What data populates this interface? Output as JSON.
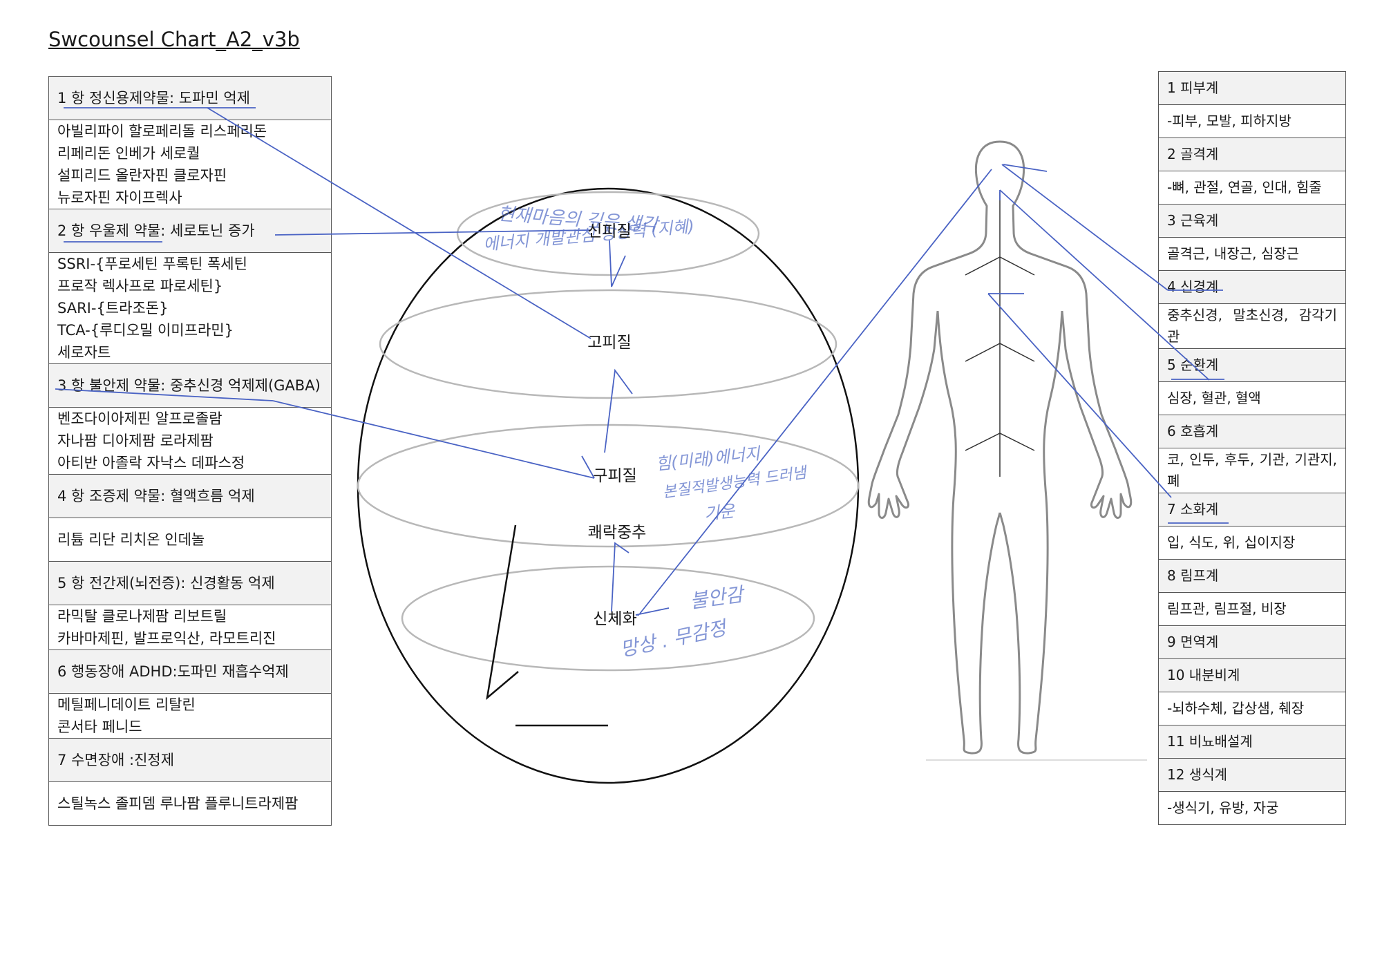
{
  "title": "Swcounsel Chart_A2_v3b",
  "left_table": [
    {
      "header": "1 항 정신용제약물: 도파민 억제",
      "lines": [
        "아빌리파이 할로페리돌 리스페리돈",
        "리페리돈 인베가 세로퀄",
        "설피리드 올란자핀 클로자핀",
        "뉴로자핀 자이프렉사"
      ]
    },
    {
      "header": "2 항 우울제 약물: 세로토닌 증가",
      "lines": [
        "SSRI-{푸로세틴 푸록틴 폭세틴",
        "프로작 렉사프로 파로세틴}",
        "SARI-{트라조돈}",
        "TCA-{루디오밀 이미프라민}",
        "세로자트"
      ]
    },
    {
      "header": "3 항 불안제 약물: 중추신경 억제제(GABA)",
      "lines": [
        "벤조다이아제핀 알프로졸람",
        "자나팜 디아제팜 로라제팜",
        "아티반 아졸락 자낙스 데파스정"
      ]
    },
    {
      "header": "4 항 조증제 약물: 혈액흐름 억제",
      "lines": [
        "리튬 리단 리치온 인데놀"
      ]
    },
    {
      "header": "5 항 전간제(뇌전증): 신경활동 억제",
      "lines": [
        "라믹탈 클로나제팜 리보트릴",
        "카바마제핀, 발프로익산, 라모트리진"
      ]
    },
    {
      "header": "6 행동장애 ADHD:도파민 재흡수억제",
      "lines": [
        "메틸페니데이트 리탈린",
        "콘서타 페니드"
      ]
    },
    {
      "header": "7 수면장애 :진정제",
      "lines": [
        "스틸녹스 졸피뎀 루나팜 플루니트라제팜"
      ]
    }
  ],
  "sphere_labels": {
    "l1": "신피질",
    "l2": "고피질",
    "l3": "구피질",
    "l4": "쾌락중추",
    "l5": "신체화"
  },
  "handwriting": {
    "a1": "현재마음의 깊은 생각",
    "a2": "에너지 개발관심 상상력 (지혜)",
    "b1": "힘(미래)에너지",
    "b2": "본질적발생능력 드러냄",
    "b3": "기운",
    "c1": "불안감",
    "c2": "망상 . 무감정"
  },
  "right_table": [
    {
      "header": "1 피부계",
      "body": "-피부, 모발, 피하지방"
    },
    {
      "header": "2 골격계",
      "body": "-뼈, 관절, 연골, 인대, 힘줄"
    },
    {
      "header": "3 근육계",
      "body": "골격근, 내장근, 심장근"
    },
    {
      "header": "4 신경계",
      "body": "중추신경, 말초신경, 감각기관"
    },
    {
      "header": "5 순환계",
      "body": "심장, 혈관, 혈액"
    },
    {
      "header": "6 호흡계",
      "body": "코, 인두, 후두, 기관, 기관지, 폐"
    },
    {
      "header": "7 소화계",
      "body": "입, 식도, 위, 십이지장"
    },
    {
      "header": "8 림프계",
      "body": "림프관, 림프절, 비장"
    },
    {
      "header": "9 면역계",
      "body": ""
    },
    {
      "header": "10 내분비계",
      "body": "-뇌하수체, 갑상샘, 췌장"
    },
    {
      "header": "11 비뇨배설계",
      "body": ""
    },
    {
      "header": "12 생식계",
      "body": "-생식기, 유방, 자궁"
    }
  ],
  "colors": {
    "pen": "#4a63c4",
    "ellipse": "#b8b8b8",
    "outline": "#111111"
  }
}
